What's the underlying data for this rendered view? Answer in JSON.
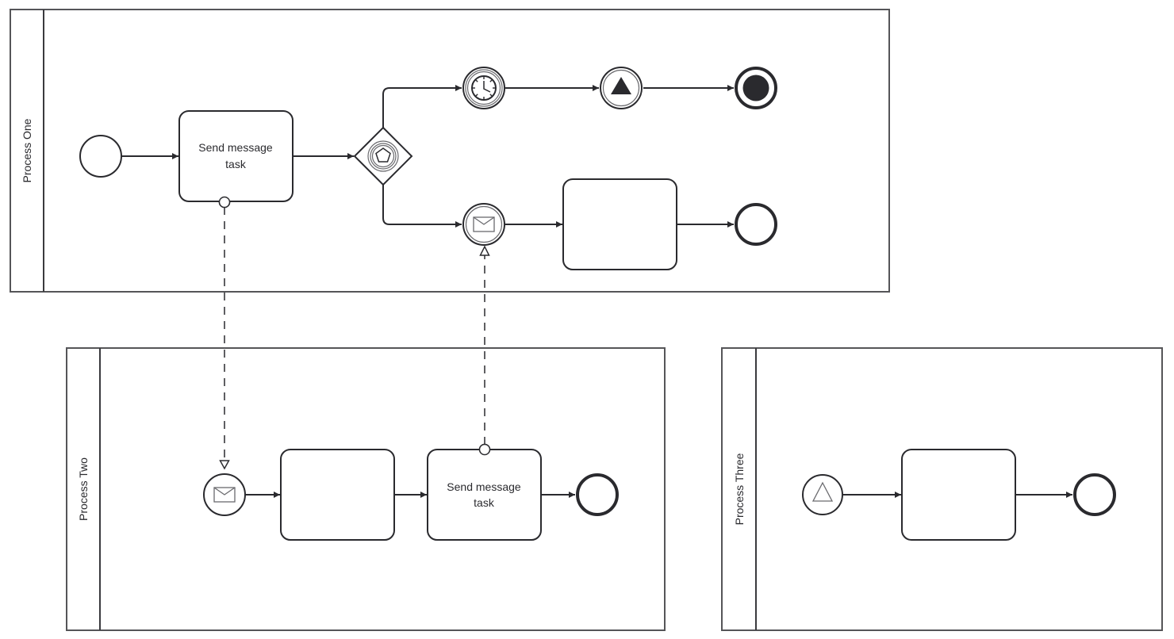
{
  "diagram": {
    "type": "BPMN collaboration",
    "colors": {
      "stroke": "#2a2a2e",
      "pool_border": "#555558",
      "background": "#ffffff"
    },
    "pools": [
      {
        "id": "p1",
        "label": "Process One",
        "elements": [
          {
            "id": "p1_start",
            "kind": "start-event",
            "icon": "none"
          },
          {
            "id": "p1_task1",
            "kind": "send-task",
            "label_lines": [
              "Send message",
              "task"
            ]
          },
          {
            "id": "p1_gateway",
            "kind": "event-based-gateway",
            "icon": "pentagon-icon"
          },
          {
            "id": "p1_timer",
            "kind": "intermediate-catch-event",
            "icon": "clock-icon"
          },
          {
            "id": "p1_signal",
            "kind": "intermediate-throw-event",
            "icon": "signal-triangle-filled-icon"
          },
          {
            "id": "p1_terminate",
            "kind": "end-event-terminate",
            "icon": "filled-circle-icon"
          },
          {
            "id": "p1_msgcatch",
            "kind": "intermediate-catch-event",
            "icon": "envelope-icon"
          },
          {
            "id": "p1_task2",
            "kind": "task",
            "label_lines": []
          },
          {
            "id": "p1_end",
            "kind": "end-event",
            "icon": "none"
          }
        ]
      },
      {
        "id": "p2",
        "label": "Process Two",
        "elements": [
          {
            "id": "p2_start",
            "kind": "message-start-event",
            "icon": "envelope-icon"
          },
          {
            "id": "p2_task1",
            "kind": "task",
            "label_lines": []
          },
          {
            "id": "p2_task2",
            "kind": "send-task",
            "label_lines": [
              "Send message",
              "task"
            ]
          },
          {
            "id": "p2_end",
            "kind": "end-event",
            "icon": "none"
          }
        ]
      },
      {
        "id": "p3",
        "label": "Process Three",
        "elements": [
          {
            "id": "p3_start",
            "kind": "signal-start-event",
            "icon": "signal-triangle-outline-icon"
          },
          {
            "id": "p3_task1",
            "kind": "task",
            "label_lines": []
          },
          {
            "id": "p3_end",
            "kind": "end-event",
            "icon": "none"
          }
        ]
      }
    ],
    "sequence_flows": [
      {
        "from": "p1_start",
        "to": "p1_task1"
      },
      {
        "from": "p1_task1",
        "to": "p1_gateway"
      },
      {
        "from": "p1_gateway",
        "to": "p1_timer"
      },
      {
        "from": "p1_timer",
        "to": "p1_signal"
      },
      {
        "from": "p1_signal",
        "to": "p1_terminate"
      },
      {
        "from": "p1_gateway",
        "to": "p1_msgcatch"
      },
      {
        "from": "p1_msgcatch",
        "to": "p1_task2"
      },
      {
        "from": "p1_task2",
        "to": "p1_end"
      },
      {
        "from": "p2_start",
        "to": "p2_task1"
      },
      {
        "from": "p2_task1",
        "to": "p2_task2"
      },
      {
        "from": "p2_task2",
        "to": "p2_end"
      },
      {
        "from": "p3_start",
        "to": "p3_task1"
      },
      {
        "from": "p3_task1",
        "to": "p3_end"
      }
    ],
    "message_flows": [
      {
        "from": "p1_task1",
        "to": "p2_start"
      },
      {
        "from": "p2_task2",
        "to": "p1_msgcatch"
      }
    ]
  }
}
